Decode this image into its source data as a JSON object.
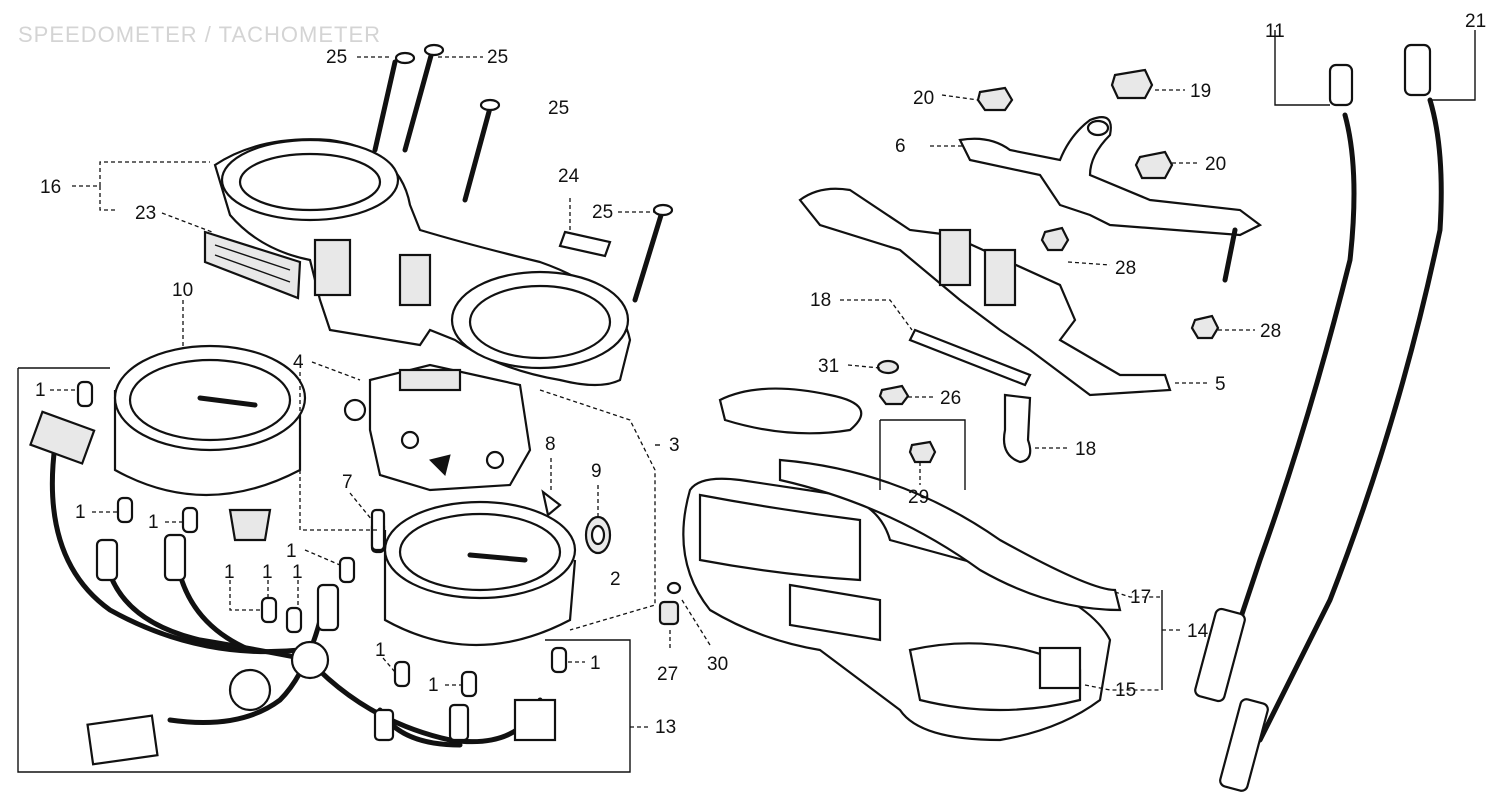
{
  "title": "SPEEDOMETER / TACHOMETER",
  "callouts": {
    "c1a": "1",
    "c1b": "1",
    "c1c": "1",
    "c1d": "1",
    "c1e": "1",
    "c1f": "1",
    "c1g": "1",
    "c1h": "1",
    "c1i": "1",
    "c1j": "1",
    "c2": "2",
    "c3": "3",
    "c4": "4",
    "c5": "5",
    "c6": "6",
    "c7": "7",
    "c8": "8",
    "c9": "9",
    "c10": "10",
    "c11": "11",
    "c13": "13",
    "c14": "14",
    "c15": "15",
    "c16": "16",
    "c17": "17",
    "c18a": "18",
    "c18b": "18",
    "c19": "19",
    "c20a": "20",
    "c20b": "20",
    "c21": "21",
    "c23": "23",
    "c24": "24",
    "c25a": "25",
    "c25b": "25",
    "c25c": "25",
    "c25d": "25",
    "c26": "26",
    "c27": "27",
    "c28a": "28",
    "c28b": "28",
    "c29": "29",
    "c30": "30",
    "c31": "31"
  }
}
